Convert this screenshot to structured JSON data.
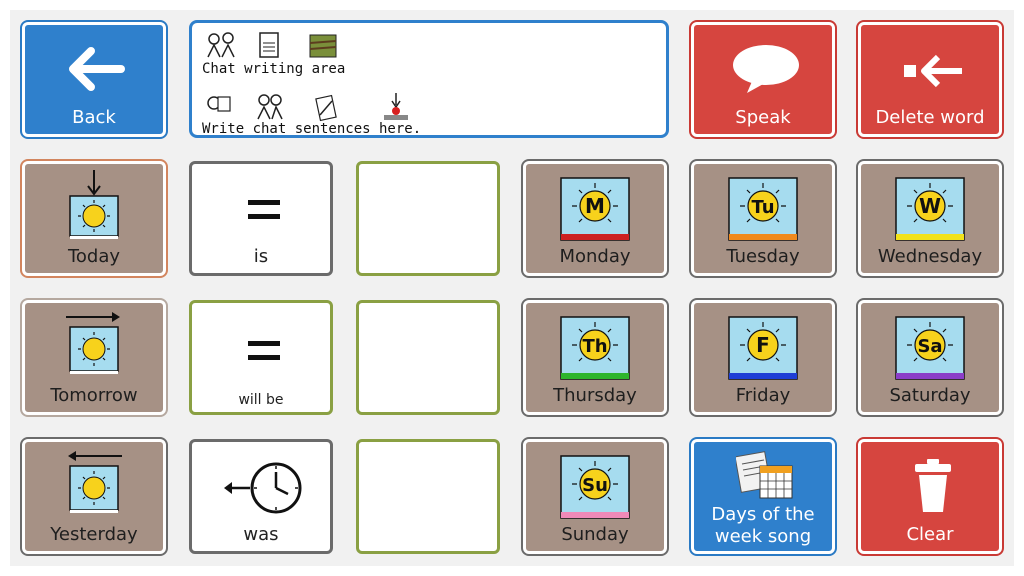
{
  "toolbar": {
    "back": {
      "label": "Back",
      "icon": "arrow-left-icon"
    },
    "speak": {
      "label": "Speak",
      "icon": "speech-bubble-icon"
    },
    "delete_word": {
      "label": "Delete word",
      "icon": "delete-word-icon"
    }
  },
  "chat_area": {
    "line1": "Chat writing area",
    "line2": "Write chat sentences here."
  },
  "grid": {
    "today": "Today",
    "tomorrow": "Tomorrow",
    "yesterday": "Yesterday",
    "is": "is",
    "will_be": "will be",
    "was": "was",
    "monday": "Monday",
    "tuesday": "Tuesday",
    "wednesday": "Wednesday",
    "thursday": "Thursday",
    "friday": "Friday",
    "saturday": "Saturday",
    "sunday": "Sunday",
    "song": "Days of the week song",
    "clear": "Clear"
  },
  "day_letters": {
    "monday": "M",
    "tuesday": "Tu",
    "wednesday": "W",
    "thursday": "Th",
    "friday": "F",
    "saturday": "Sa",
    "sunday": "Su"
  },
  "colors": {
    "blue": "#2f80cc",
    "red": "#d6453f",
    "brown": "#a69185",
    "green_border": "#8aa043",
    "monday": "#cc2222",
    "tuesday": "#f08a1c",
    "wednesday": "#f2e21a",
    "thursday": "#2db52d",
    "friday": "#1f3fd6",
    "saturday": "#8b3fc8",
    "sunday": "#f08ab8"
  }
}
